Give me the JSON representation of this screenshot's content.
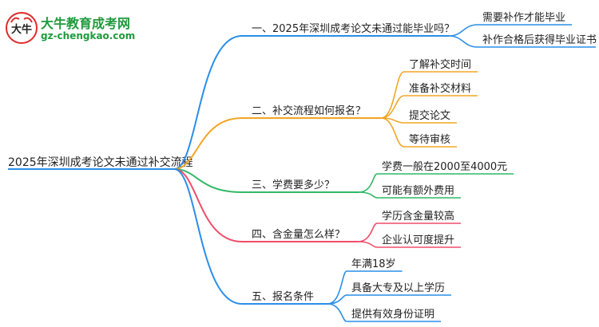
{
  "logo": {
    "title": "大牛教育成考网",
    "url": "gz-chengkao.com",
    "badge_glyph": "大牛",
    "colors": {
      "text": "#1f9a3c",
      "badge_red": "#e02a2a"
    }
  },
  "root": {
    "label": "2025年深圳成考论文未通过补交流程"
  },
  "branches": [
    {
      "id": "b1",
      "label": "一、2025年深圳成考论文未通过能毕业吗？",
      "color": "#2a8ee8",
      "children": [
        "需要补作才能毕业",
        "补作合格后获得毕业证书"
      ]
    },
    {
      "id": "b2",
      "label": "二、补交流程如何报名？",
      "color": "#f2a524",
      "children": [
        "了解补交时间",
        "准备补交材料",
        "提交论文",
        "等待审核"
      ]
    },
    {
      "id": "b3",
      "label": "三、学费要多少？",
      "color": "#2fb865",
      "children": [
        "学费一般在2000至4000元",
        "可能有额外费用"
      ]
    },
    {
      "id": "b4",
      "label": "四、含金量怎么样？",
      "color": "#ef4d6b",
      "children": [
        "学历含金量较高",
        "企业认可度提升"
      ]
    },
    {
      "id": "b5",
      "label": "五、报名条件",
      "color": "#2a8ee8",
      "children": [
        "年满18岁",
        "具备大专及以上学历",
        "提供有效身份证明"
      ]
    }
  ]
}
